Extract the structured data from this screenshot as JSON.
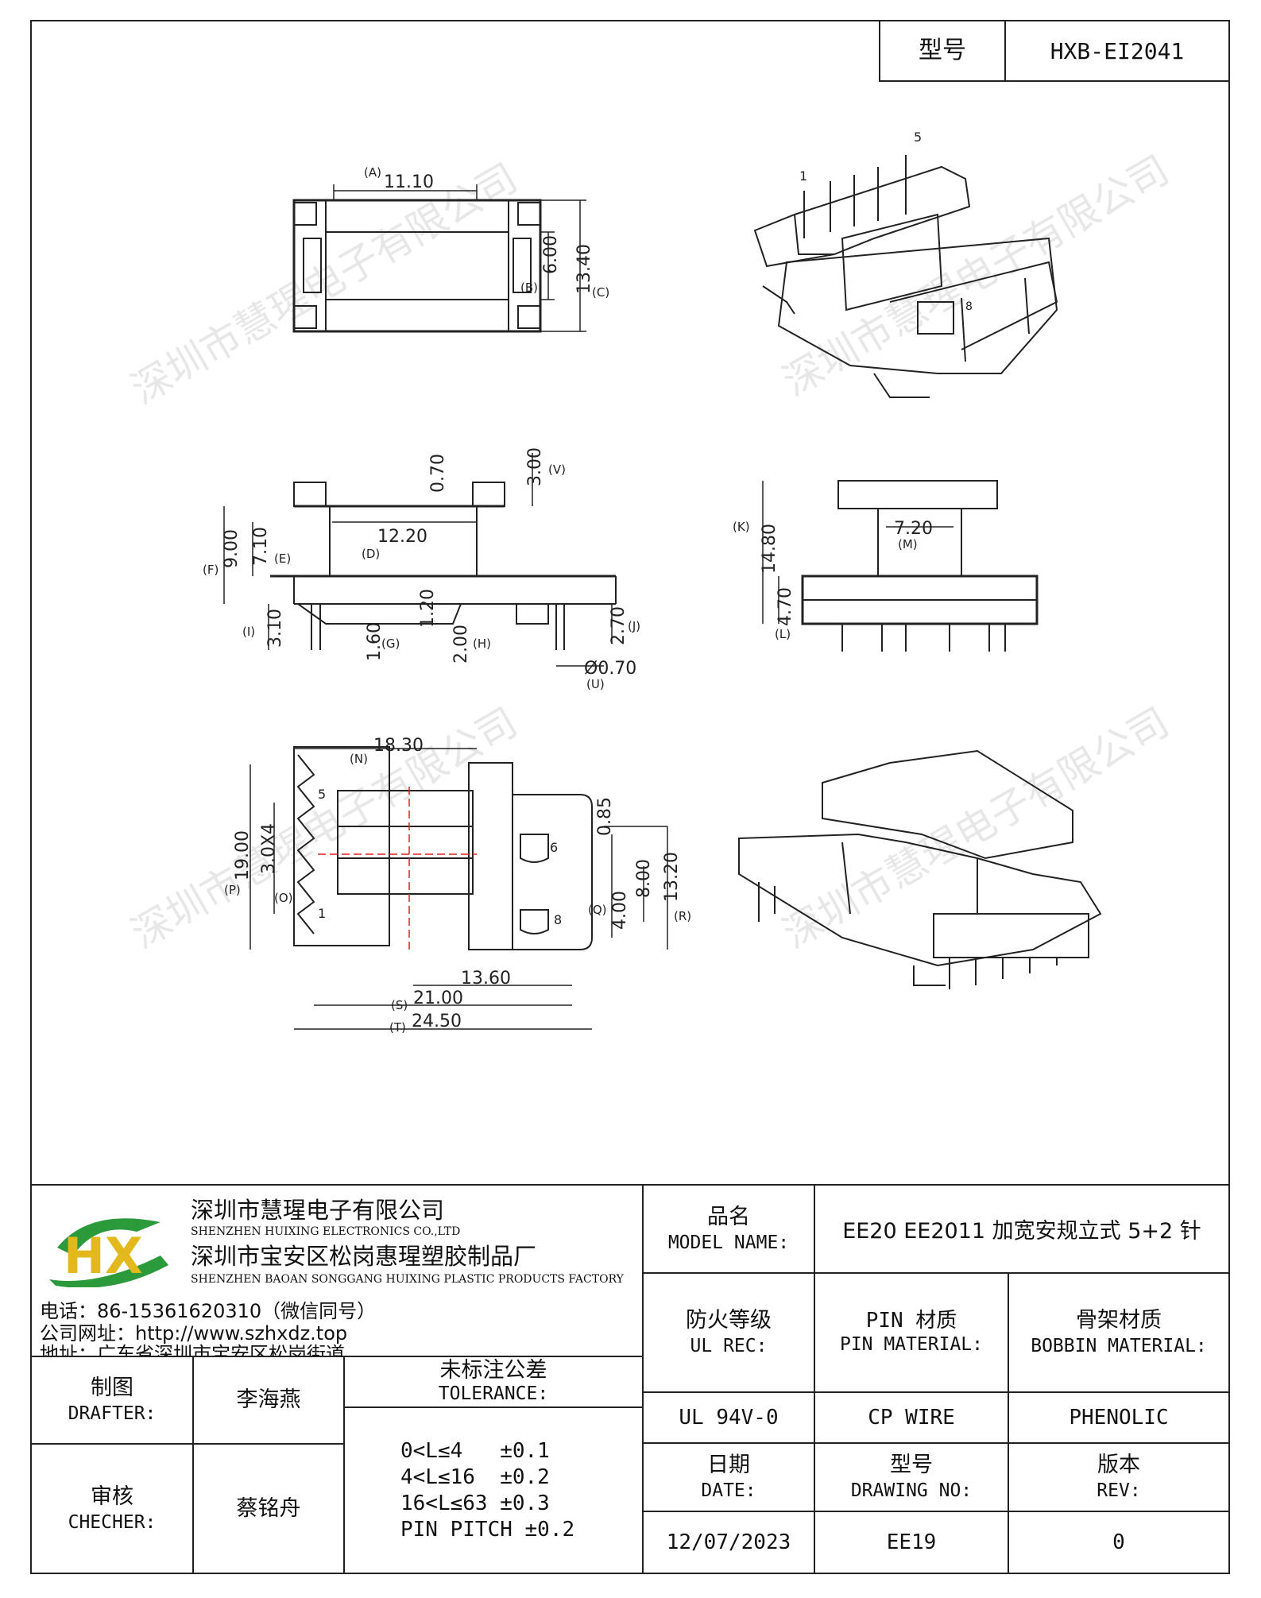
{
  "header": {
    "model_label": "型号",
    "model_value": "HXB-EI2041"
  },
  "watermark": "深圳市慧瑆电子有限公司",
  "company": {
    "logo_text": "HX",
    "name_cn": "深圳市慧瑆电子有限公司",
    "name_en": "SHENZHEN HUIXING ELECTRONICS CO.,LTD",
    "factory_cn": "深圳市宝安区松岗惠瑆塑胶制品厂",
    "factory_en": "SHENZHEN BAOAN SONGGANG HUIXING PLASTIC PRODUCTS FACTORY",
    "phone": "电话：86-15361620310（微信同号）",
    "website": "公司网址：http://www.szhxdz.top",
    "address": "地址：广东省深圳市宝安区松岗街道"
  },
  "title_block": {
    "model_name_cn": "品名",
    "model_name_en": "MODEL NAME:",
    "model_name_value": "EE20 EE2011 加宽安规立式 5+2 针",
    "ul_cn": "防火等级",
    "ul_en": "UL REC:",
    "pin_cn": "PIN 材质",
    "pin_en": "PIN MATERIAL:",
    "bobbin_cn": "骨架材质",
    "bobbin_en": "BOBBIN MATERIAL:",
    "ul_value": "UL 94V-0",
    "pin_value": "CP WIRE",
    "bobbin_value": "PHENOLIC",
    "date_cn": "日期",
    "date_en": "DATE:",
    "date_value": "12/07/2023",
    "drawing_cn": "型号",
    "drawing_en": "DRAWING NO:",
    "drawing_value": "EE19",
    "rev_cn": "版本",
    "rev_en": "REV:",
    "rev_value": "0",
    "drafter_cn": "制图",
    "drafter_en": "DRAFTER:",
    "drafter_value": "李海燕",
    "checker_cn": "审核",
    "checker_en": "CHECHER:",
    "checker_value": "蔡铭舟",
    "tol_cn": "未标注公差",
    "tol_en": "TOLERANCE:",
    "tol_lines": [
      "0<L≤4   ±0.1",
      "4<L≤16  ±0.2",
      "16<L≤63 ±0.3",
      "PIN PITCH ±0.2"
    ]
  },
  "dimensions": {
    "top_view": {
      "A": "11.10",
      "B": "6.00",
      "C": "13.40",
      "lA": "(A)",
      "lB": "(B)",
      "lC": "(C)"
    },
    "front_view": {
      "V": "3.00",
      "top": "0.70",
      "D": "12.20",
      "F": "9.00",
      "E": "7.10",
      "I": "3.10",
      "G": "1.60",
      "mid": "1.20",
      "H": "2.00",
      "J": "2.70",
      "U": "Ø0.70",
      "lV": "(V)",
      "lD": "(D)",
      "lF": "(F)",
      "lE": "(E)",
      "lI": "(I)",
      "lG": "(G)",
      "lH": "(H)",
      "lJ": "(J)",
      "lU": "(U)"
    },
    "side_view": {
      "K": "14.80",
      "M": "7.20",
      "L": "4.70",
      "lK": "(K)",
      "lM": "(M)",
      "lL": "(L)"
    },
    "bottom_view": {
      "N": "18.30",
      "P": "19.00",
      "O": "3.0X4",
      "top_r": "0.85",
      "Q1": "8.00",
      "Q2": "4.00",
      "R": "13.20",
      "S1": "13.60",
      "S": "21.00",
      "T": "24.50",
      "lN": "(N)",
      "lP": "(P)",
      "lO": "(O)",
      "lQ": "(Q)",
      "lR": "(R)",
      "lS": "(S)",
      "lT": "(T)",
      "pin5": "5",
      "pin1": "1",
      "pin6": "6",
      "pin8": "8"
    },
    "iso_view": {
      "pin1": "1",
      "pin5": "5",
      "pin8": "8"
    }
  }
}
